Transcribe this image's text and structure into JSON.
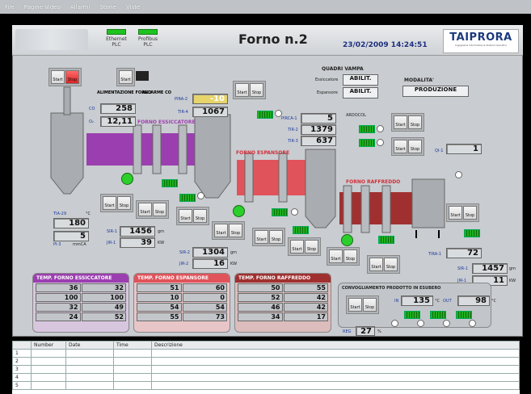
{
  "menu": [
    "File",
    "Pagine Video",
    "Allarmi",
    "Storie",
    "Viste"
  ],
  "header": {
    "title": "Forno n.2",
    "datetime": "23/02/2009 14:24:51",
    "comm_ethernet": "Ethernet PLC",
    "comm_profibus": "Profibus PLC",
    "logo": "TAIPRORA",
    "logo_sub": "Ingegneria informatica & Sistemi operativi"
  },
  "labels": {
    "start": "Start",
    "stop": "Stop",
    "alimentazione": "ALIMENTAZIONE FORNO",
    "allarme": "ALLARME CO",
    "quadri": "QUADRI VAMPA",
    "essiccatore": "Essiccatore",
    "espansore": "Espansore",
    "abilit": "ABILIT.",
    "modalita": "MODALITA'",
    "produzione": "PRODUZIONE",
    "forno_ess": "FORNO ESSICCATORE",
    "forno_esp": "FORNO ESPANSORE",
    "forno_raf": "FORNO RAFFREDDO",
    "ardocol": "ARDOCOL",
    "convoglia": "CONVOGLIAMENTO PRODOTTO IN ESUBERO",
    "in": "IN",
    "out": "OUT",
    "reg": "REG",
    "percent": "%",
    "celsius": "°C"
  },
  "values": {
    "co": "258",
    "o2": "12,11",
    "pira2": "-10",
    "tir4": "1067",
    "pirca1": "5",
    "tir2": "1379",
    "tir3": "637",
    "qi1": "1",
    "tia29": "180",
    "pi3": "5",
    "sir1": "1456",
    "jir1": "39",
    "sir2": "1304",
    "jir2": "16",
    "tira1": "72",
    "sir3": "1457",
    "jir3": "11",
    "in_temp": "135",
    "out_temp": "98",
    "reg": "27"
  },
  "tags": {
    "co": "CO",
    "o2": "O₂",
    "pira2": "PIRA-2",
    "tir4": "TIR-4",
    "pirca1": "PIRCA-1",
    "tir2": "TIR-2",
    "tir3": "TIR-3",
    "qi1": "QI-1",
    "tia29": "TIA-29",
    "pi3": "PI-3",
    "sir1": "SIR-1",
    "jir1": "JIR-1",
    "sir2": "SIR-2",
    "jir2": "JIR-2",
    "tira1": "TIRA-1",
    "sir3": "SIR-1",
    "jir3": "JIR-1",
    "unit_c": "°C",
    "unit_mmca": "mmCA",
    "unit_gm": "gm",
    "unit_kw": "KW"
  },
  "panels": {
    "ess": {
      "title": "TEMP. FORNO ESSICCATORE",
      "rows": [
        [
          "36",
          "32"
        ],
        [
          "100",
          "100"
        ],
        [
          "32",
          "49"
        ],
        [
          "24",
          "52"
        ]
      ]
    },
    "esp": {
      "title": "TEMP. FORNO ESPANSORE",
      "rows": [
        [
          "51",
          "60"
        ],
        [
          "10",
          "0"
        ],
        [
          "54",
          "54"
        ],
        [
          "55",
          "73"
        ]
      ]
    },
    "raf": {
      "title": "TEMP. FORNO RAFFREDDO",
      "rows": [
        [
          "50",
          "55"
        ],
        [
          "52",
          "42"
        ],
        [
          "46",
          "42"
        ],
        [
          "34",
          "17"
        ]
      ]
    }
  },
  "table": {
    "headers": [
      "",
      "Number",
      "Date",
      "Time",
      "Descrizione"
    ],
    "rows": [
      "1",
      "2",
      "3",
      "4",
      "5"
    ]
  },
  "colors": {
    "essiccatore": "#9b3fb0",
    "espansore": "#e0535b",
    "raffreddo": "#a03030"
  }
}
